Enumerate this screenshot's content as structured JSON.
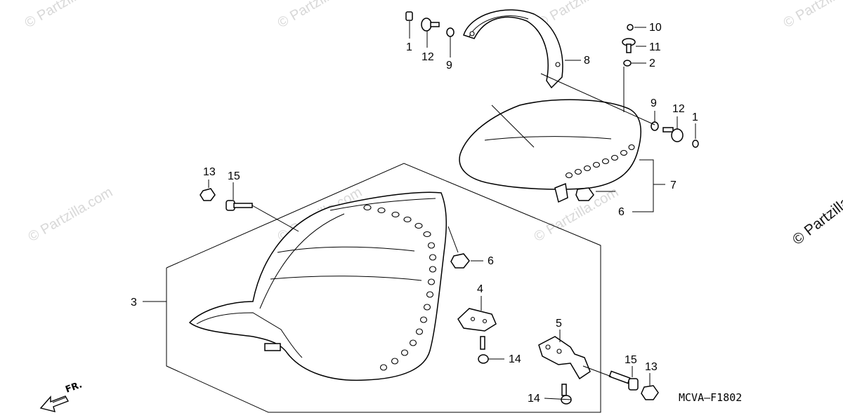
{
  "diagram_code": "MCVA—F1802",
  "direction_label": "FR.",
  "watermark": {
    "light_text": "© Partzilla.com",
    "dark_text": "© Partzilla.com"
  },
  "callouts": {
    "c1_top": "1",
    "c12_top": "12",
    "c9_top": "9",
    "c8": "8",
    "c10": "10",
    "c11": "11",
    "c2": "2",
    "c9_right": "9",
    "c12_right": "12",
    "c1_right": "1",
    "c7": "7",
    "c6_right": "6",
    "c13_left": "13",
    "c15_left": "15",
    "c6_mid": "6",
    "c3": "3",
    "c4": "4",
    "c5": "5",
    "c14_mid": "14",
    "c15_right": "15",
    "c13_right": "13",
    "c14_bottom": "14"
  }
}
